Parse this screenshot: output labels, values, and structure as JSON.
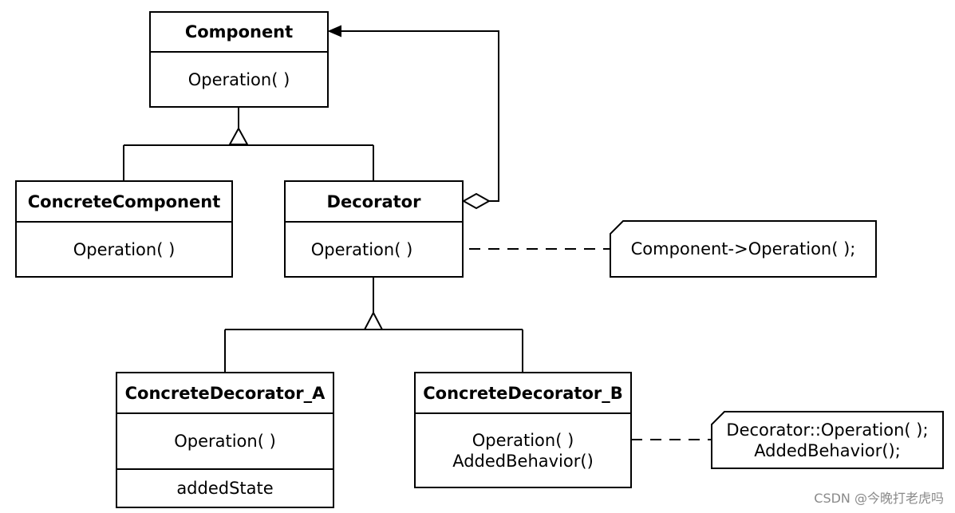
{
  "classes": {
    "component": {
      "name": "Component",
      "operation": "Operation( )"
    },
    "concrete_component": {
      "name": "ConcreteComponent",
      "operation": "Operation( )"
    },
    "decorator": {
      "name": "Decorator",
      "operation": "Operation( )"
    },
    "concrete_decorator_a": {
      "name": "ConcreteDecorator_A",
      "operation": "Operation( )",
      "attribute": "addedState"
    },
    "concrete_decorator_b": {
      "name": "ConcreteDecorator_B",
      "operation": "Operation( )",
      "operation2": "AddedBehavior()"
    }
  },
  "notes": {
    "decorator_note": {
      "line1": "Component->Operation( );"
    },
    "decorator_b_note": {
      "line1": "Decorator::Operation( );",
      "line2": "AddedBehavior();"
    }
  },
  "watermark": "CSDN @今晚打老虎吗"
}
